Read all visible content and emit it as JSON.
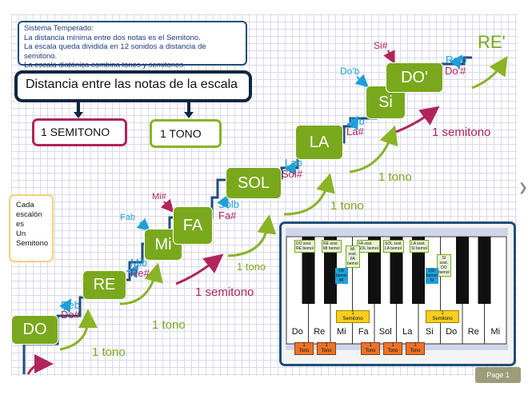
{
  "info": {
    "line1": "Sistema Temperado:",
    "line2": "La distancia mínima entre dos notas es el Semitono.",
    "line3": "La escala queda dividida en 12 sonidos a distancia de semitono.",
    "line4": "La escala diatónica combina tonos y semitonos"
  },
  "title": "Distancia entre las notas de la escala",
  "semitono_box": "1 SEMITONO",
  "tono_box": "1 TONO",
  "cada": [
    "Cada",
    "escalón",
    "es",
    "Un",
    "Semitono"
  ],
  "notes": {
    "do": "DO",
    "re": "RE",
    "mi": "Mi",
    "fa": "FA",
    "sol": "SOL",
    "la": "LA",
    "si": "Si",
    "do2": "DO'",
    "re2": "RE'"
  },
  "accidentals": {
    "reb": "Reb",
    "do_sharp": "Do#",
    "mib": "Mib",
    "re_sharp": "Re#",
    "fab": "Fab",
    "mi_sharp": "Mi#",
    "solb": "Solb",
    "fa_sharp": "Fa#",
    "lab": "Lab",
    "sol_sharp": "Sol#",
    "sib": "Sib",
    "la_sharp": "La#",
    "do_b": "Do'b",
    "si_sharp": "Si#",
    "re_b": "Re'b",
    "do2_sharp": "Do'#"
  },
  "intervals": {
    "t1": "1 tono",
    "t2": "1 tono",
    "s1": "1 semitono",
    "t3": "1 tono",
    "t4": "1 tono",
    "t5": "1 tono",
    "s2": "1 semitono"
  },
  "piano": {
    "white_keys": [
      "Do",
      "Re",
      "Mi",
      "Fa",
      "Sol",
      "La",
      "Si",
      "Do",
      "Re",
      "Mi"
    ],
    "top_labels": [
      [
        "DO sost.",
        "RE bemol"
      ],
      [
        "RE sost.",
        "MI bemol"
      ],
      [
        "FA sost.",
        "SOL bemol"
      ],
      [
        "SOL sost.",
        "LA bemol"
      ],
      [
        "LA sost.",
        "SI bemol"
      ]
    ],
    "small_labels": [
      [
        "MI",
        "sost.",
        "FA",
        "bemol"
      ],
      [
        "FA",
        "bemol",
        "MI"
      ],
      [
        "SI",
        "sost.",
        "DO",
        "bemol"
      ],
      [
        "DO",
        "bemol",
        "SI"
      ]
    ],
    "semitono_labels": [
      "1",
      "Semitono"
    ],
    "tono_labels": [
      "1",
      "Tono"
    ]
  },
  "page": "Page 1",
  "colors": {
    "green": "#7aa81c",
    "magenta": "#b1245c",
    "blue": "#1fa0d8",
    "navy": "#1f4e79"
  }
}
